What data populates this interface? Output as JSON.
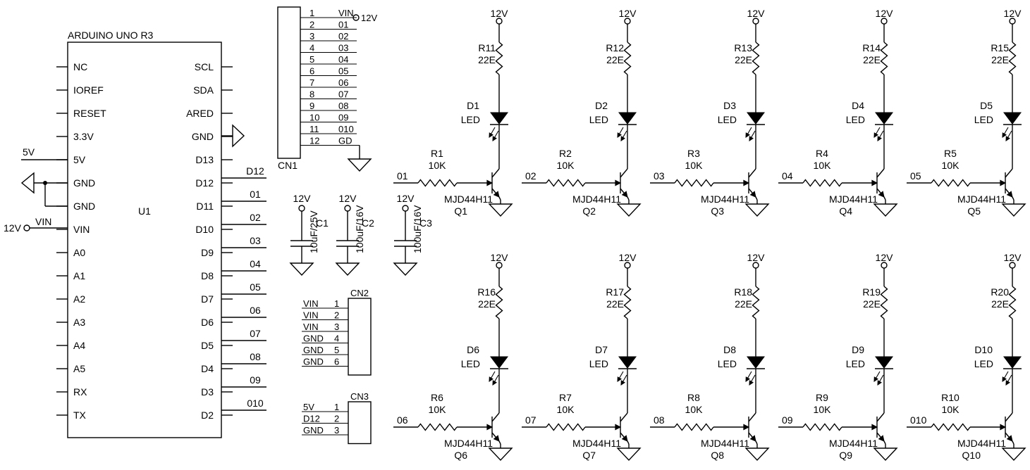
{
  "uno": {
    "title": "ARDUINO UNO R3",
    "ref": "U1",
    "left_pins": [
      "NC",
      "IOREF",
      "RESET",
      "3.3V",
      "5V",
      "GND",
      "GND",
      "VIN",
      "A0",
      "A1",
      "A2",
      "A3",
      "A4",
      "A5",
      "RX",
      "TX"
    ],
    "right_pins": [
      "SCL",
      "SDA",
      "ARED",
      "GND",
      "D13",
      "D12",
      "D11",
      "D10",
      "D9",
      "D8",
      "D7",
      "D6",
      "D5",
      "D4",
      "D3",
      "D2"
    ],
    "right_nets": [
      "D12",
      "01",
      "02",
      "03",
      "04",
      "05",
      "06",
      "07",
      "08",
      "09",
      "010"
    ],
    "left_nets": {
      "five_v": "5V",
      "vin": "VIN",
      "twelve_v": "12V"
    }
  },
  "cn1": {
    "ref": "CN1",
    "pin_numbers": [
      "1",
      "2",
      "3",
      "4",
      "5",
      "6",
      "7",
      "8",
      "9",
      "10",
      "11",
      "12"
    ],
    "pin_labels": [
      "VIN",
      "01",
      "02",
      "03",
      "04",
      "05",
      "06",
      "07",
      "08",
      "09",
      "010",
      "GD"
    ],
    "supply_label": "12V"
  },
  "caps": [
    {
      "ref": "C1",
      "value": "10uF/25V",
      "supply": "12V"
    },
    {
      "ref": "C2",
      "value": "100uF/16V",
      "supply": "12V"
    },
    {
      "ref": "C3",
      "value": "100uF/16V",
      "supply": "12V"
    }
  ],
  "cn2": {
    "ref": "CN2",
    "pin_labels": [
      "VIN",
      "VIN",
      "VIN",
      "GND",
      "GND",
      "GND"
    ],
    "pin_numbers": [
      "1",
      "2",
      "3",
      "4",
      "5",
      "6"
    ]
  },
  "cn3": {
    "ref": "CN3",
    "pin_labels": [
      "5V",
      "D12",
      "GND"
    ],
    "pin_numbers": [
      "1",
      "2",
      "3"
    ]
  },
  "channels": [
    {
      "supply": "12V",
      "r_top": "R11",
      "r_top_val": "22E",
      "led": "D1",
      "led_val": "LED",
      "r_base": "R1",
      "r_base_val": "10K",
      "net": "01",
      "transistor": "MJD44H11",
      "q": "Q1"
    },
    {
      "supply": "12V",
      "r_top": "R12",
      "r_top_val": "22E",
      "led": "D2",
      "led_val": "LED",
      "r_base": "R2",
      "r_base_val": "10K",
      "net": "02",
      "transistor": "MJD44H11",
      "q": "Q2"
    },
    {
      "supply": "12V",
      "r_top": "R13",
      "r_top_val": "22E",
      "led": "D3",
      "led_val": "LED",
      "r_base": "R3",
      "r_base_val": "10K",
      "net": "03",
      "transistor": "MJD44H11",
      "q": "Q3"
    },
    {
      "supply": "12V",
      "r_top": "R14",
      "r_top_val": "22E",
      "led": "D4",
      "led_val": "LED",
      "r_base": "R4",
      "r_base_val": "10K",
      "net": "04",
      "transistor": "MJD44H11",
      "q": "Q4"
    },
    {
      "supply": "12V",
      "r_top": "R15",
      "r_top_val": "22E",
      "led": "D5",
      "led_val": "LED",
      "r_base": "R5",
      "r_base_val": "10K",
      "net": "05",
      "transistor": "MJD44H11",
      "q": "Q5"
    },
    {
      "supply": "12V",
      "r_top": "R16",
      "r_top_val": "22E",
      "led": "D6",
      "led_val": "LED",
      "r_base": "R6",
      "r_base_val": "10K",
      "net": "06",
      "transistor": "MJD44H11",
      "q": "Q6"
    },
    {
      "supply": "12V",
      "r_top": "R17",
      "r_top_val": "22E",
      "led": "D7",
      "led_val": "LED",
      "r_base": "R7",
      "r_base_val": "10K",
      "net": "07",
      "transistor": "MJD44H11",
      "q": "Q7"
    },
    {
      "supply": "12V",
      "r_top": "R18",
      "r_top_val": "22E",
      "led": "D8",
      "led_val": "LED",
      "r_base": "R8",
      "r_base_val": "10K",
      "net": "08",
      "transistor": "MJD44H11",
      "q": "Q8"
    },
    {
      "supply": "12V",
      "r_top": "R19",
      "r_top_val": "22E",
      "led": "D9",
      "led_val": "LED",
      "r_base": "R9",
      "r_base_val": "10K",
      "net": "09",
      "transistor": "MJD44H11",
      "q": "Q9"
    },
    {
      "supply": "12V",
      "r_top": "R20",
      "r_top_val": "22E",
      "led": "D10",
      "led_val": "LED",
      "r_base": "R10",
      "r_base_val": "10K",
      "net": "010",
      "transistor": "MJD44H11",
      "q": "Q10"
    }
  ]
}
